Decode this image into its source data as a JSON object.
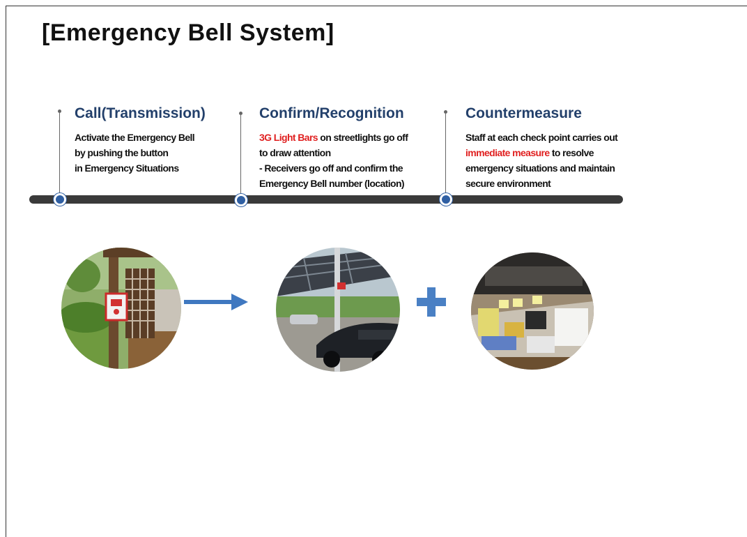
{
  "title": "[Emergency Bell System]",
  "steps": [
    {
      "heading": "Call(Transmission)",
      "lines": [
        "Activate the Emergency Bell",
        "by pushing the button",
        "in Emergency Situations"
      ]
    },
    {
      "heading": "Confirm/Recognition",
      "line1_highlight": "3G Light Bars",
      "line1_rest": " on streetlights go  off",
      "line2": "to draw attention",
      "line3": "- Receivers  go off and confirm the",
      "line4": "Emergency Bell number (location)"
    },
    {
      "heading": "Countermeasure",
      "line1": "Staff at each check point carries out",
      "line2_highlight": "immediate measure",
      "line2_rest": " to resolve",
      "line3": "emergency situations and maintain",
      "line4": " secure environment"
    }
  ],
  "photos": [
    "emergency-bell-pole-photo",
    "parking-lot-streetlight-photo",
    "security-desk-photo"
  ],
  "icons": {
    "arrow": "right-arrow-icon",
    "plus": "plus-icon"
  },
  "colors": {
    "timeline": "#3a3a3a",
    "node": "#2f5fa3",
    "heading": "#23406b",
    "highlight": "#e02020",
    "accent": "#3f78c0"
  }
}
